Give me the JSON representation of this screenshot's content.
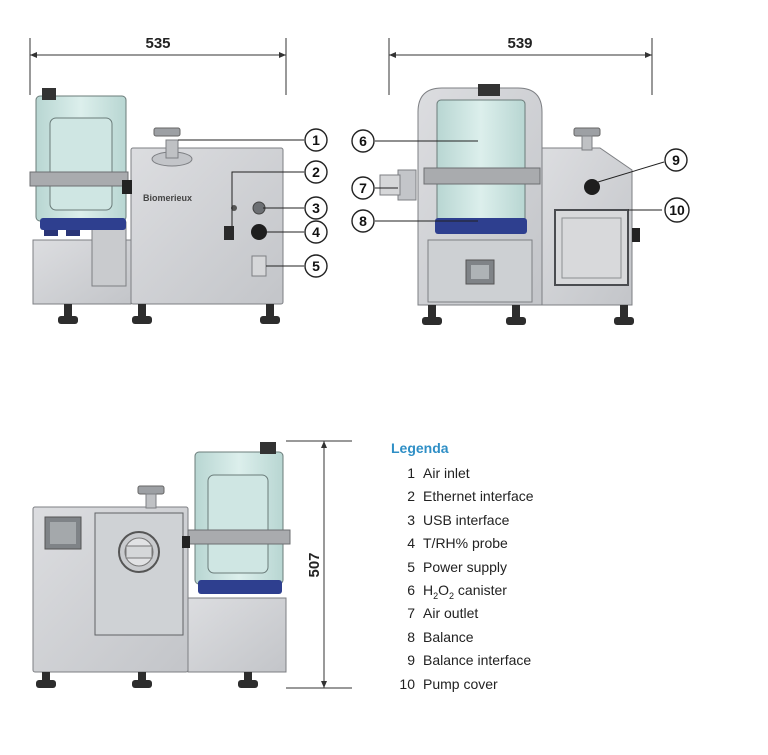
{
  "dimensions": {
    "front_width": "535",
    "side_width": "539",
    "height": "507"
  },
  "brand_label": "Biomerieux",
  "callouts": [
    "1",
    "2",
    "3",
    "4",
    "5",
    "6",
    "7",
    "8",
    "9",
    "10"
  ],
  "legend": {
    "title": "Legenda",
    "items": [
      {
        "num": "1",
        "label": "Air inlet"
      },
      {
        "num": "2",
        "label": "Ethernet interface"
      },
      {
        "num": "3",
        "label": "USB interface"
      },
      {
        "num": "4",
        "label": "T/RH% probe"
      },
      {
        "num": "5",
        "label": "Power supply"
      },
      {
        "num": "6",
        "label": "H2O2 canister"
      },
      {
        "num": "7",
        "label": "Air outlet"
      },
      {
        "num": "8",
        "label": "Balance"
      },
      {
        "num": "9",
        "label": "Balance interface"
      },
      {
        "num": "10",
        "label": "Pump cover"
      }
    ]
  },
  "colors": {
    "body": "#d2d3d5",
    "body_dark": "#b9bbbe",
    "outline": "#7d7f83",
    "tank_glass": "#cfe6e3",
    "balance_blue": "#2e3f8f",
    "legend_title": "#2f8fc6"
  }
}
